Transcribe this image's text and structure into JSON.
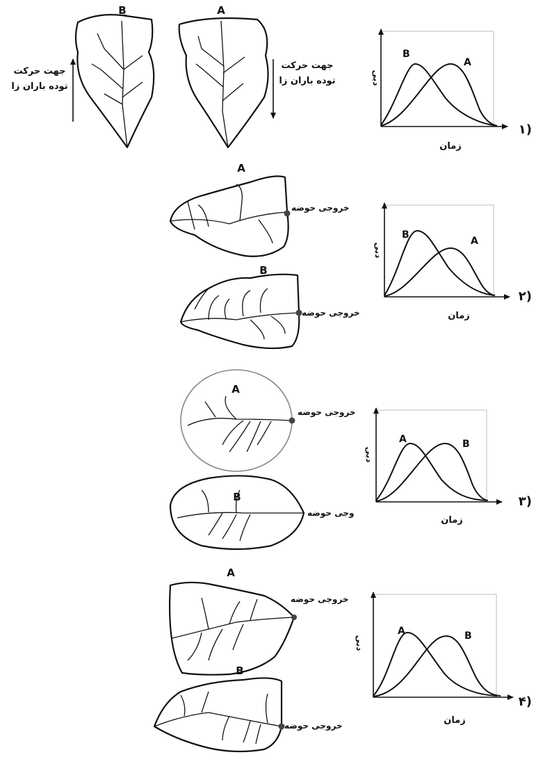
{
  "basin_labels": {
    "a": "A",
    "b": "B"
  },
  "outlet_label": "خروجی حوضه",
  "outlet_label_partial": "وجی حوضه",
  "storm_direction": {
    "line1": "جهت حرکت",
    "line2": "توده باران زا"
  },
  "axes": {
    "x": "زمان",
    "y": "دبی"
  },
  "options": [
    "۱)",
    "۲)",
    "۳)",
    "۴)"
  ],
  "chart_data": [
    {
      "type": "line",
      "xlabel": "زمان",
      "ylabel": "دبی",
      "series": [
        {
          "name": "B",
          "peak": "early"
        },
        {
          "name": "A",
          "peak": "late"
        }
      ]
    },
    {
      "type": "line",
      "xlabel": "زمان",
      "ylabel": "دبی",
      "series": [
        {
          "name": "B",
          "peak": "early"
        },
        {
          "name": "A",
          "peak": "late"
        }
      ]
    },
    {
      "type": "line",
      "xlabel": "زمان",
      "ylabel": "دبی",
      "series": [
        {
          "name": "A",
          "peak": "early"
        },
        {
          "name": "B",
          "peak": "late"
        }
      ]
    },
    {
      "type": "line",
      "xlabel": "زمان",
      "ylabel": "دبی",
      "series": [
        {
          "name": "A",
          "peak": "early"
        },
        {
          "name": "B",
          "peak": "late"
        }
      ]
    }
  ]
}
